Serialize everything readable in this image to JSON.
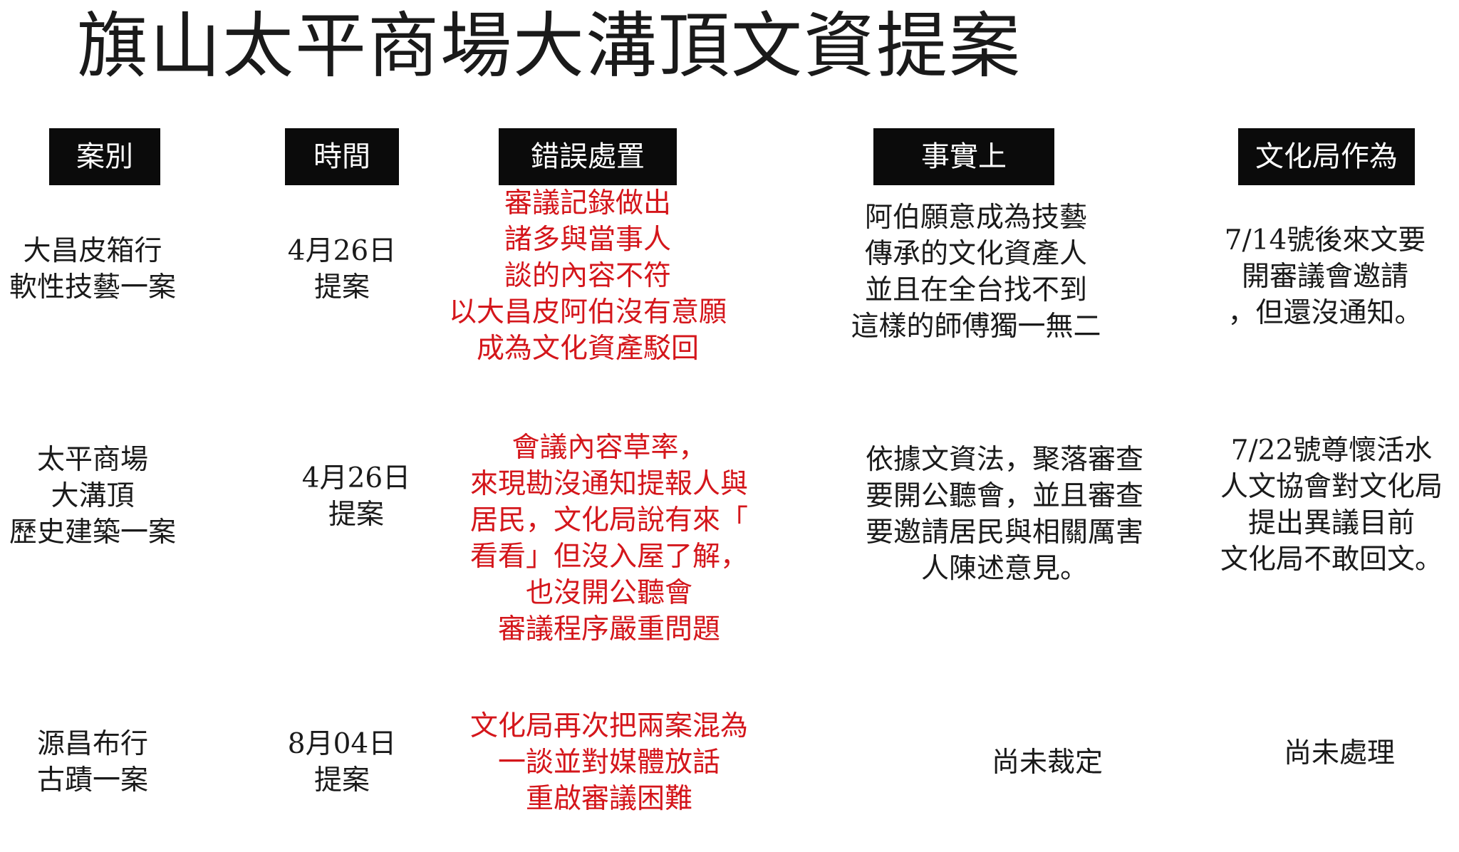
{
  "title": "旗山太平商場大溝頂文資提案",
  "headers": {
    "case": "案別",
    "time": "時間",
    "error": "錯誤處置",
    "fact": "事實上",
    "bureau": "文化局作為"
  },
  "rows": [
    {
      "case": "大昌皮箱行\n軟性技藝一案",
      "time": "4月26日\n提案",
      "error": "審議記錄做出\n諸多與當事人\n談的內容不符\n以大昌皮阿伯沒有意願\n成為文化資產駁回",
      "fact": "阿伯願意成為技藝\n傳承的文化資產人\n並且在全台找不到\n這樣的師傅獨一無二",
      "bureau": "7/14號後來文要\n開審議會邀請\n，但還沒通知。"
    },
    {
      "case": "太平商場\n大溝頂\n歷史建築一案",
      "time": "4月26日\n提案",
      "error": "會議內容草率，\n來現勘沒通知提報人與\n居民，文化局說有來「\n看看」但沒入屋了解，\n也沒開公聽會\n審議程序嚴重問題",
      "fact": "依據文資法，聚落審查\n要開公聽會，並且審查\n要邀請居民與相關厲害\n人陳述意見。",
      "bureau": "7/22號尊懷活水\n人文協會對文化局\n提出異議目前\n文化局不敢回文。"
    },
    {
      "case": "源昌布行\n古蹟一案",
      "time": "8月04日\n提案",
      "error": "文化局再次把兩案混為\n一談並對媒體放話\n重啟審議困難",
      "fact": "尚未裁定",
      "bureau": "尚未處理"
    }
  ]
}
